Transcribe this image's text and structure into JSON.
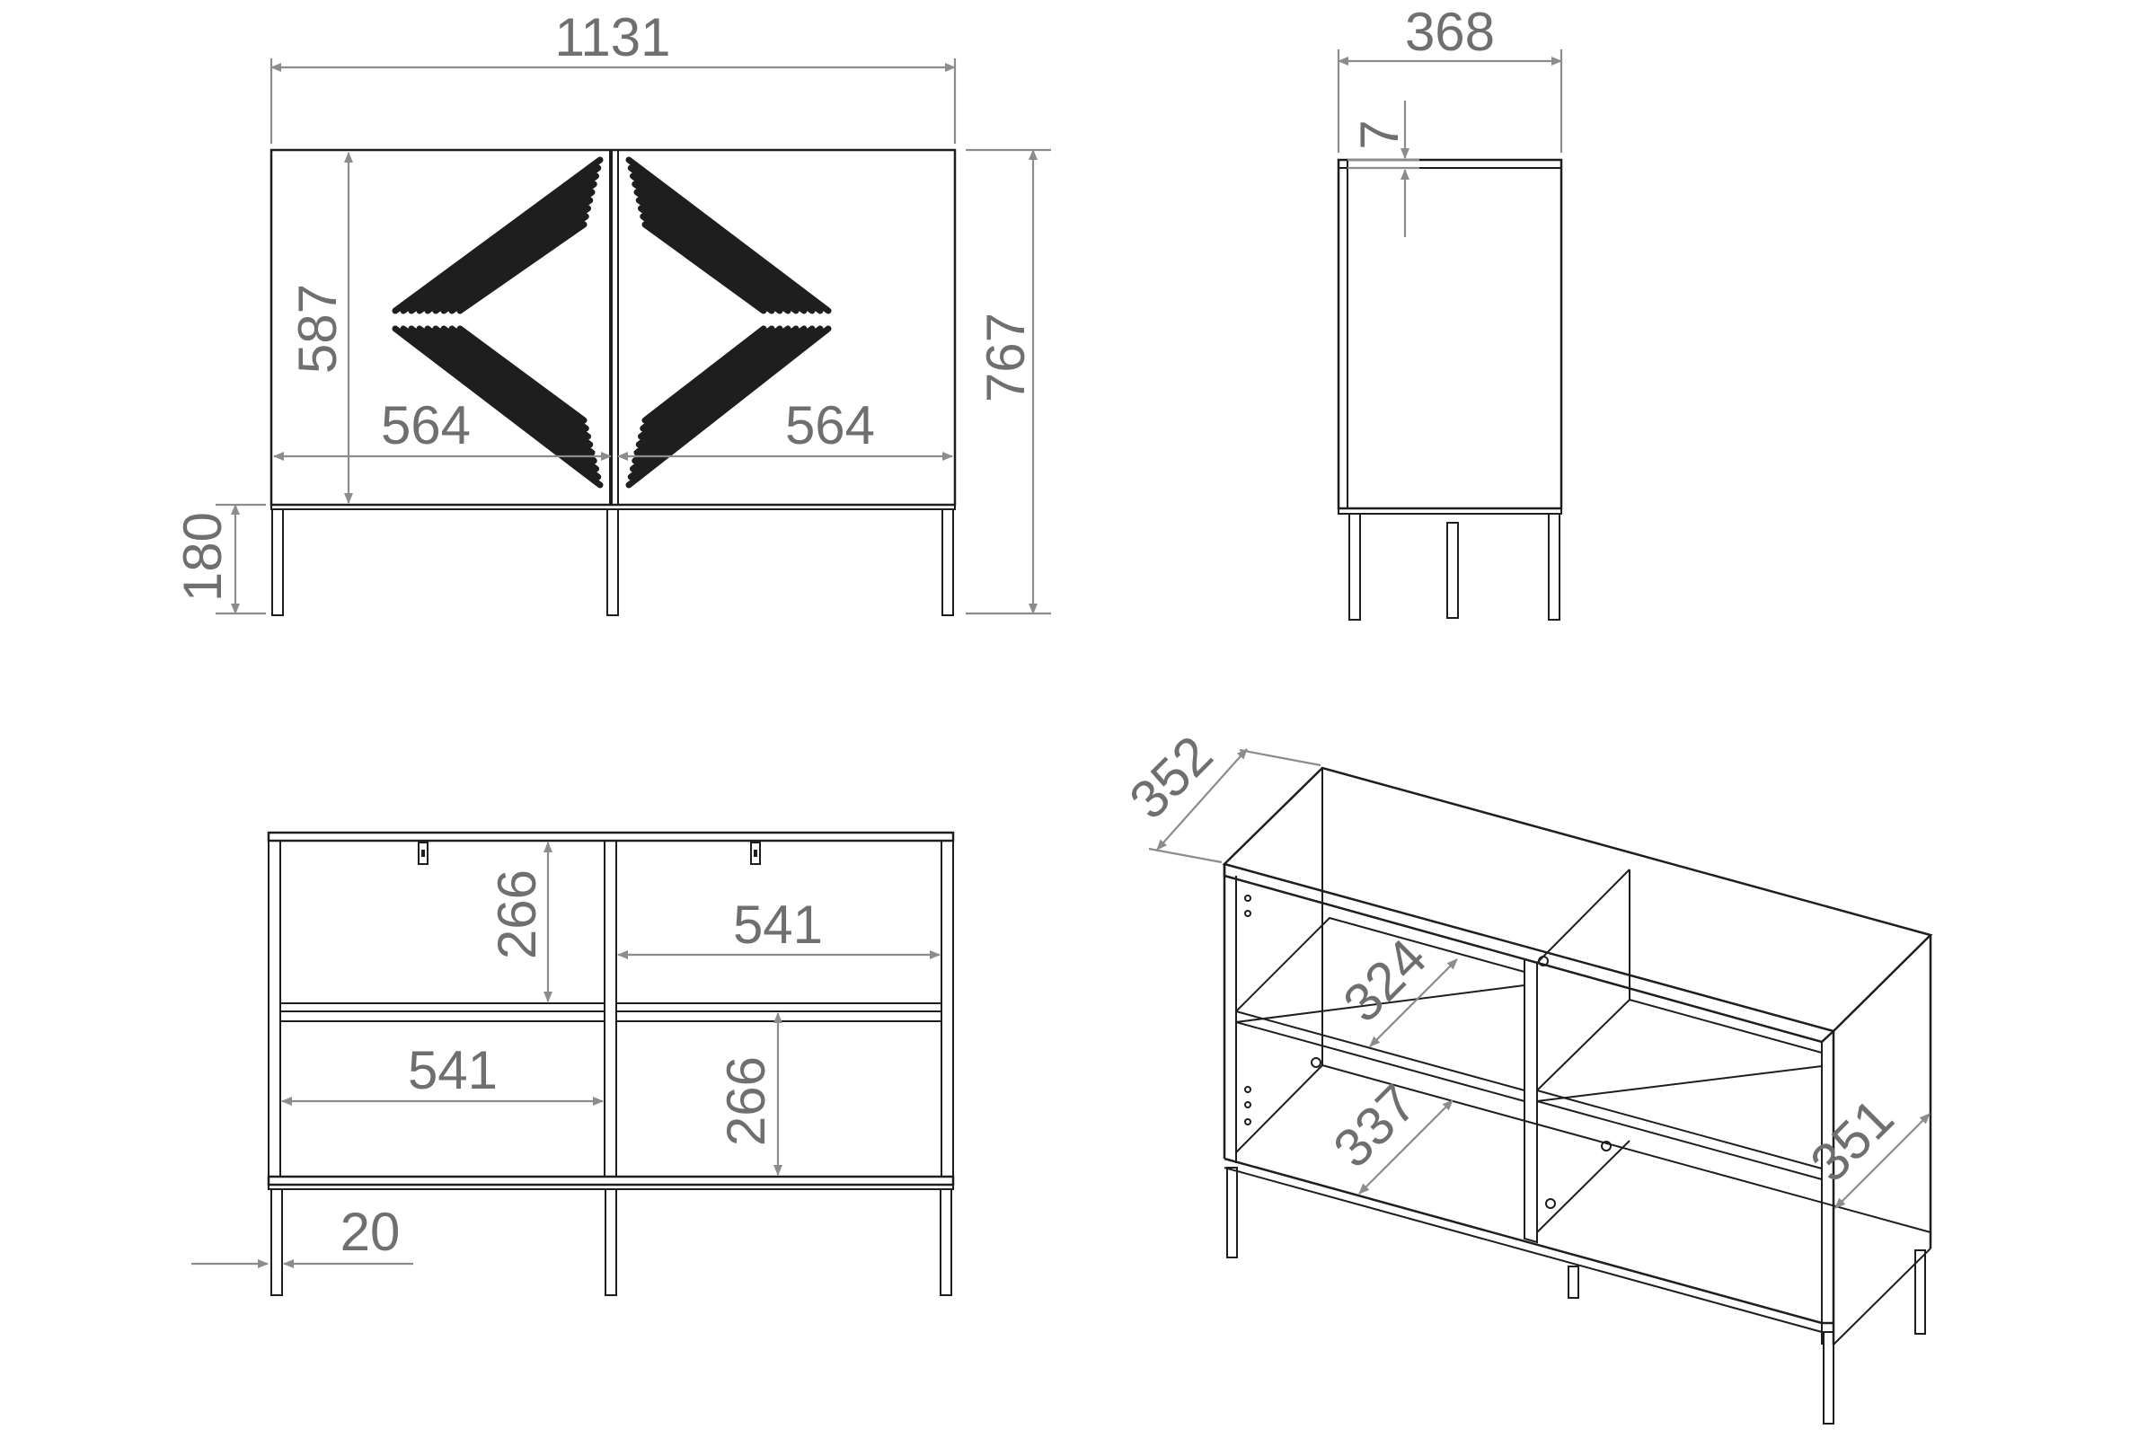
{
  "dimensions": {
    "width_total": "1131",
    "depth_side": "368",
    "top_thickness": "7",
    "door_height": "587",
    "total_height": "767",
    "door_width_left": "564",
    "door_width_right": "564",
    "leg_height": "180",
    "inner_height_upper": "266",
    "inner_width_upper": "541",
    "inner_width_lower": "541",
    "inner_height_lower": "266",
    "leg_inset": "20",
    "iso_depth_top": "352",
    "iso_shelf_upper": "324",
    "iso_shelf_lower": "337",
    "iso_depth_side": "351"
  },
  "colors": {
    "line": "#1e1e1e",
    "dimension": "#8c8c8c",
    "dimension_text": "#6f6f6f",
    "background": "#ffffff"
  }
}
